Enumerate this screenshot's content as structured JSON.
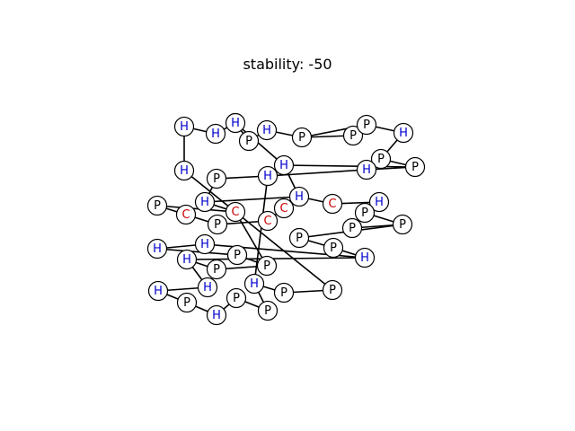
{
  "title": "stability: -50",
  "colors": {
    "H": "#0000cc",
    "P": "#000000",
    "C": "#cc0000"
  },
  "nodes": [
    {
      "id": 0,
      "label": "H"
    },
    {
      "id": 1,
      "label": "H"
    },
    {
      "id": 2,
      "label": "H"
    },
    {
      "id": 3,
      "label": "H"
    },
    {
      "id": 4,
      "label": "P"
    },
    {
      "id": 5,
      "label": "H"
    },
    {
      "id": 6,
      "label": "P"
    },
    {
      "id": 7,
      "label": "P"
    },
    {
      "id": 8,
      "label": "P"
    },
    {
      "id": 9,
      "label": "H"
    },
    {
      "id": 10,
      "label": "P"
    },
    {
      "id": 11,
      "label": "P"
    },
    {
      "id": 12,
      "label": "H"
    },
    {
      "id": 13,
      "label": "H"
    },
    {
      "id": 14,
      "label": "H"
    },
    {
      "id": 15,
      "label": "P"
    },
    {
      "id": 16,
      "label": "H"
    },
    {
      "id": 17,
      "label": "C"
    },
    {
      "id": 18,
      "label": "P"
    },
    {
      "id": 19,
      "label": "C"
    },
    {
      "id": 20,
      "label": "P"
    },
    {
      "id": 21,
      "label": "C"
    },
    {
      "id": 22,
      "label": "C"
    },
    {
      "id": 23,
      "label": "H"
    },
    {
      "id": 24,
      "label": "C"
    },
    {
      "id": 25,
      "label": "H"
    },
    {
      "id": 26,
      "label": "P"
    },
    {
      "id": 27,
      "label": "P"
    },
    {
      "id": 28,
      "label": "P"
    },
    {
      "id": 29,
      "label": "P"
    },
    {
      "id": 30,
      "label": "P"
    },
    {
      "id": 31,
      "label": "H"
    },
    {
      "id": 32,
      "label": "H"
    },
    {
      "id": 33,
      "label": "H"
    },
    {
      "id": 34,
      "label": "P"
    },
    {
      "id": 35,
      "label": "P"
    },
    {
      "id": 36,
      "label": "P"
    },
    {
      "id": 37,
      "label": "H"
    },
    {
      "id": 38,
      "label": "H"
    },
    {
      "id": 39,
      "label": "H"
    },
    {
      "id": 40,
      "label": "P"
    },
    {
      "id": 41,
      "label": "H"
    },
    {
      "id": 42,
      "label": "P"
    },
    {
      "id": 43,
      "label": "P"
    },
    {
      "id": 44,
      "label": "H"
    },
    {
      "id": 45,
      "label": "P"
    },
    {
      "id": 46,
      "label": "P"
    }
  ],
  "edges": [
    [
      0,
      1
    ],
    [
      0,
      2
    ],
    [
      1,
      3
    ],
    [
      3,
      4
    ],
    [
      4,
      5
    ],
    [
      5,
      6
    ],
    [
      6,
      7
    ],
    [
      6,
      8
    ],
    [
      7,
      8
    ],
    [
      8,
      9
    ],
    [
      9,
      10
    ],
    [
      10,
      11
    ],
    [
      11,
      12
    ],
    [
      11,
      13
    ],
    [
      12,
      14
    ],
    [
      14,
      15
    ],
    [
      15,
      16
    ],
    [
      16,
      17
    ],
    [
      17,
      18
    ],
    [
      18,
      19
    ],
    [
      19,
      20
    ],
    [
      20,
      21
    ],
    [
      21,
      22
    ],
    [
      22,
      23
    ],
    [
      23,
      24
    ],
    [
      24,
      25
    ],
    [
      25,
      26
    ],
    [
      26,
      27
    ],
    [
      27,
      28
    ],
    [
      28,
      29
    ],
    [
      29,
      30
    ],
    [
      30,
      31
    ],
    [
      31,
      32
    ],
    [
      32,
      33
    ],
    [
      33,
      34
    ],
    [
      34,
      35
    ],
    [
      35,
      36
    ],
    [
      36,
      37
    ],
    [
      37,
      38
    ],
    [
      38,
      39
    ],
    [
      39,
      40
    ],
    [
      40,
      41
    ],
    [
      41,
      42
    ],
    [
      42,
      43
    ],
    [
      43,
      44
    ],
    [
      44,
      45
    ],
    [
      45,
      46
    ],
    [
      3,
      13
    ],
    [
      13,
      23
    ],
    [
      16,
      23
    ],
    [
      17,
      35
    ],
    [
      26,
      28
    ],
    [
      31,
      37
    ],
    [
      14,
      44
    ],
    [
      46,
      2
    ]
  ]
}
